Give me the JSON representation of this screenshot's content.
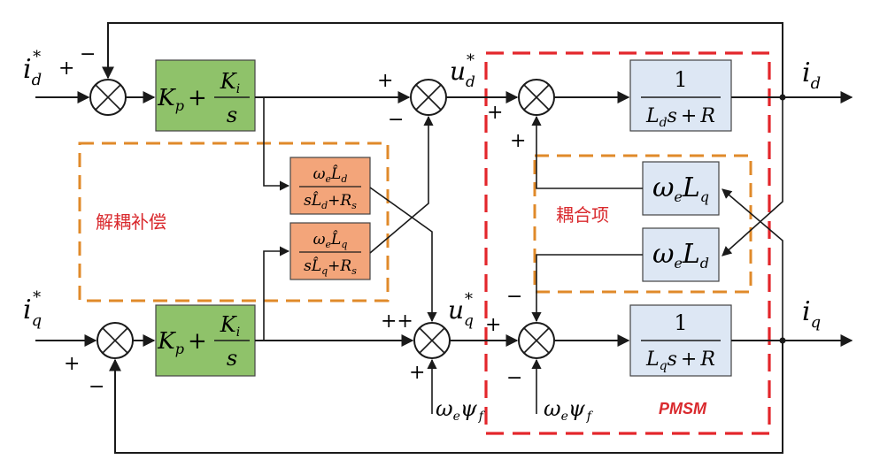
{
  "colors": {
    "pi_block": "#8fc26a",
    "decoup_block": "#f3a57a",
    "plant_block": "#dde7f4",
    "orange_dash": "#e08a2a",
    "red_dash": "#e3262b",
    "label_red": "#d9292d",
    "wire": "#1a1a1a"
  },
  "inputs": {
    "id_ref": {
      "sym": "i",
      "sub": "d",
      "sup": "*"
    },
    "iq_ref": {
      "sym": "i",
      "sub": "q",
      "sup": "*"
    }
  },
  "outputs": {
    "id": {
      "sym": "i",
      "sub": "d"
    },
    "iq": {
      "sym": "i",
      "sub": "q"
    }
  },
  "signals": {
    "ud_ref": {
      "sym": "u",
      "sub": "d",
      "sup": "*"
    },
    "uq_ref": {
      "sym": "u",
      "sub": "q",
      "sup": "*"
    }
  },
  "pi_block": {
    "kp": "K",
    "kp_sub": "p",
    "plus": "+",
    "ki": "K",
    "ki_sub": "i",
    "den": "s"
  },
  "decoupling": {
    "label": "解耦补偿",
    "block_d": {
      "num": "ω",
      "num_sub": "e",
      "num_l": "L̂",
      "num_l_sub": "d",
      "den_s": "s",
      "den_l": "L̂",
      "den_l_sub": "d",
      "den_plus": "+",
      "den_r": "R",
      "den_r_sub": "s"
    },
    "block_q": {
      "num": "ω",
      "num_sub": "e",
      "num_l": "L̂",
      "num_l_sub": "q",
      "den_s": "s",
      "den_l": "L̂",
      "den_l_sub": "q",
      "den_plus": "+",
      "den_r": "R",
      "den_r_sub": "s"
    }
  },
  "coupling": {
    "label": "耦合项",
    "term_q": {
      "w": "ω",
      "w_sub": "e",
      "l": "L",
      "l_sub": "q"
    },
    "term_d": {
      "w": "ω",
      "w_sub": "e",
      "l": "L",
      "l_sub": "d"
    }
  },
  "plant": {
    "label": "PMSM",
    "tf_d": {
      "num": "1",
      "l": "L",
      "l_sub": "d",
      "s": "s",
      "plus": "+",
      "r": "R"
    },
    "tf_q": {
      "num": "1",
      "l": "L",
      "l_sub": "q",
      "s": "s",
      "plus": "+",
      "r": "R"
    }
  },
  "flux_term": {
    "w": "ω",
    "w_sub": "e",
    "psi": "ψ",
    "psi_sub": "f"
  },
  "signs": {
    "plus": "+",
    "minus": "−",
    "plusplus": "++"
  }
}
